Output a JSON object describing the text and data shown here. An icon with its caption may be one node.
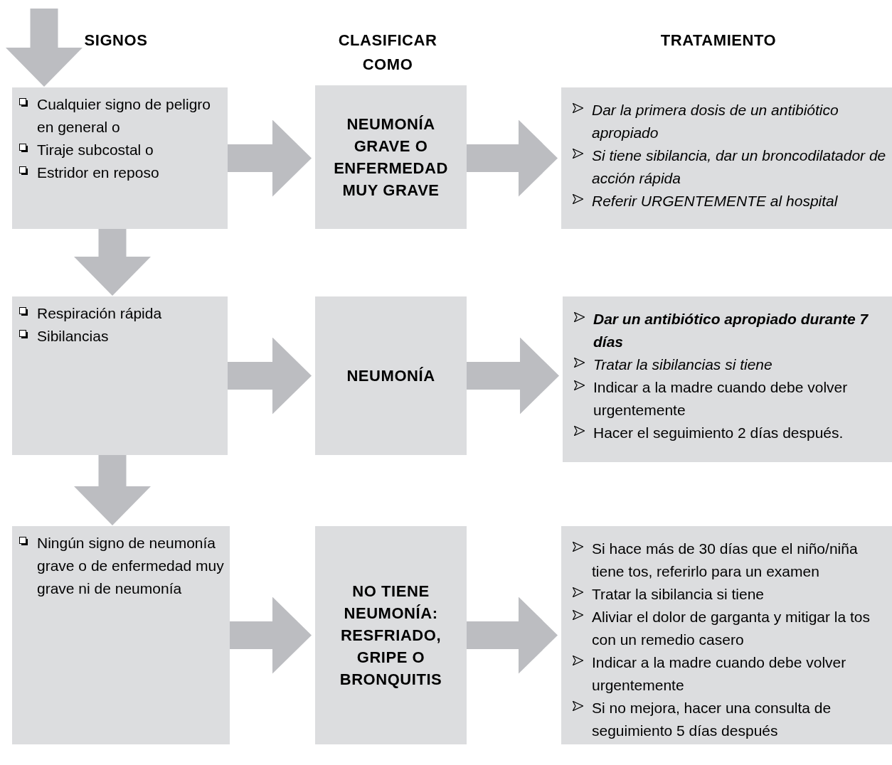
{
  "diagram": {
    "nodes": [
      {
        "text": [
          "Cualquier signo de peligro en general o",
          "Tiraje subcostal o",
          "Estridor en reposo"
        ]
      },
      {
        "text": [
          "NEUMONÍA GRAVE O ENFERMEDAD MUY GRAVE"
        ]
      },
      {
        "text": [
          "*Dar la primera dosis de un antibiótico apropiado*",
          "*Si tiene sibilancia, dar un broncodilatador de acción rápida*",
          "*Referir URGENTEMENTE al hospital*"
        ]
      },
      {
        "text": [
          "Respiración rápida",
          "Sibilancias"
        ]
      },
      {
        "text": [
          "NEUMONÍA"
        ]
      },
      {
        "text": [
          "**Dar un antibiótico apropiado durante 7 días**",
          "*Tratar la sibilancias si tiene*",
          "Indicar a la madre cuando debe volver urgentemente",
          "Hacer el seguimiento 2 días después."
        ]
      },
      {
        "text": [
          "Ningún signo de neumonía grave o de enfermedad muy grave ni de neumonía"
        ]
      },
      {
        "text": [
          "NO TIENE NEUMONÍA: RESFRIADO, GRIPE O BRONQUITIS"
        ]
      },
      {
        "text": [
          "Si hace más de 30 días que el niño/niña tiene tos, referirlo para un examen",
          "Tratar la sibilancia si tiene",
          "Aliviar el dolor de garganta y mitigar la tos con un remedio casero",
          "Indicar a la madre cuando debe volver urgentemente",
          "Si no mejora, hacer una consulta de seguimiento 5 días después"
        ]
      }
    ],
    "edges": [
      {
        "from": null,
        "to": 0,
        "arrow": "to"
      },
      {
        "from": 0,
        "to": 1,
        "arrow": "to"
      },
      {
        "from": 1,
        "to": 2,
        "arrow": "to"
      },
      {
        "from": 0,
        "to": 3,
        "arrow": "to"
      },
      {
        "from": 3,
        "to": 4,
        "arrow": "to"
      },
      {
        "from": 4,
        "to": 5,
        "arrow": "to"
      },
      {
        "from": 3,
        "to": 6,
        "arrow": "to"
      },
      {
        "from": 6,
        "to": 7,
        "arrow": "to"
      },
      {
        "from": 7,
        "to": 8,
        "arrow": "to"
      }
    ],
    "labels": [
      "SIGNOS",
      "CLASIFICAR COMO",
      "TRATAMIENTO"
    ]
  }
}
